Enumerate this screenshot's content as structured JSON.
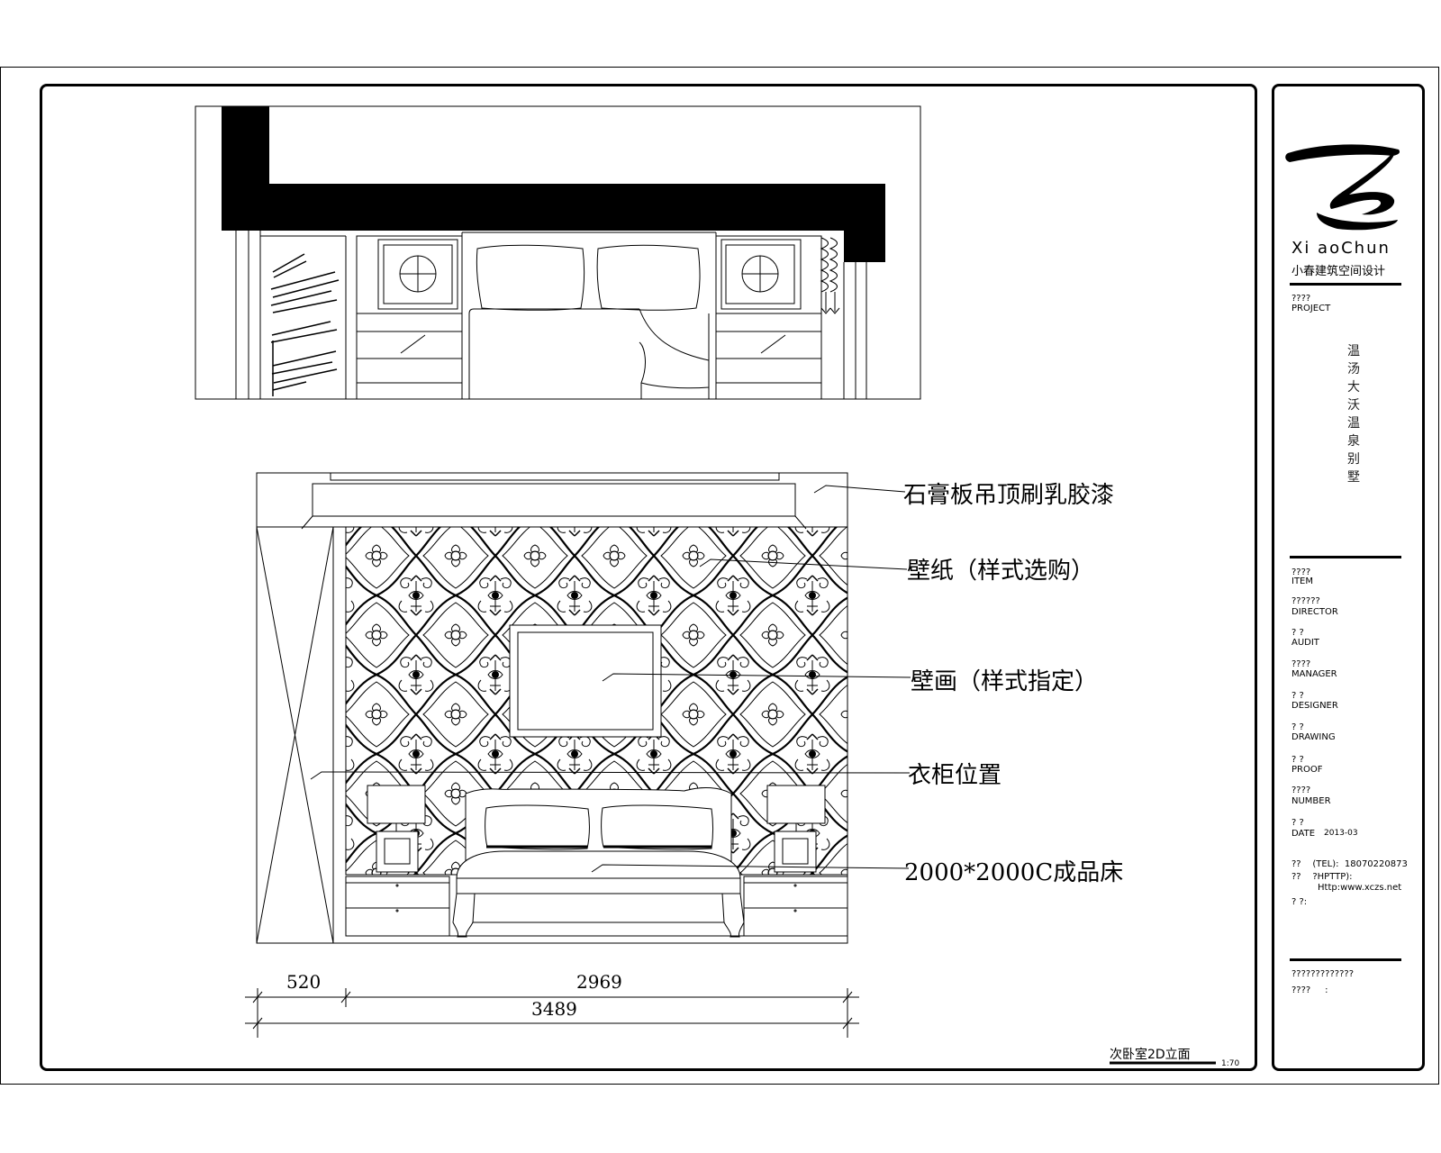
{
  "callouts": [
    "石膏板吊顶刷乳胶漆",
    "壁纸（样式选购）",
    "壁画（样式指定）",
    "衣柜位置",
    "2000*2000C成品床"
  ],
  "dimensions": {
    "segment_left": "520",
    "segment_right": "2969",
    "total": "3489"
  },
  "drawing_title": "次卧室2D立面",
  "scale": "1:70",
  "title_block": {
    "logo_text": "Xi aoChun",
    "company": "小春建筑空间设计",
    "project_label": "????",
    "project_label_en": "PROJECT",
    "project_name": "温汤大沃温泉别墅",
    "item_label": "????",
    "item_label_en": "ITEM",
    "director_label": "??????",
    "director_label_en": "DIRECTOR",
    "audit_label": "?  ?",
    "audit_label_en": "AUDIT",
    "manager_label": "????",
    "manager_label_en": "MANAGER",
    "designer_label": "?  ?",
    "designer_label_en": "DESIGNER",
    "drawing_label": "?  ?",
    "drawing_label_en": "DRAWING",
    "proof_label": "?  ?",
    "proof_label_en": "PROOF",
    "number_label": "????",
    "number_label_en": "NUMBER",
    "date_label": "?  ?",
    "date_label_en": "DATE",
    "date_value": "2013-03",
    "tel_line": "??    (TEL):  18070220873",
    "http_label": "??    ?HPTTP):",
    "http_value": "Http:www.xczs.net",
    "addr_line": "?  ?:",
    "footer_line1": "?????????????",
    "footer_line2": "????     :"
  }
}
